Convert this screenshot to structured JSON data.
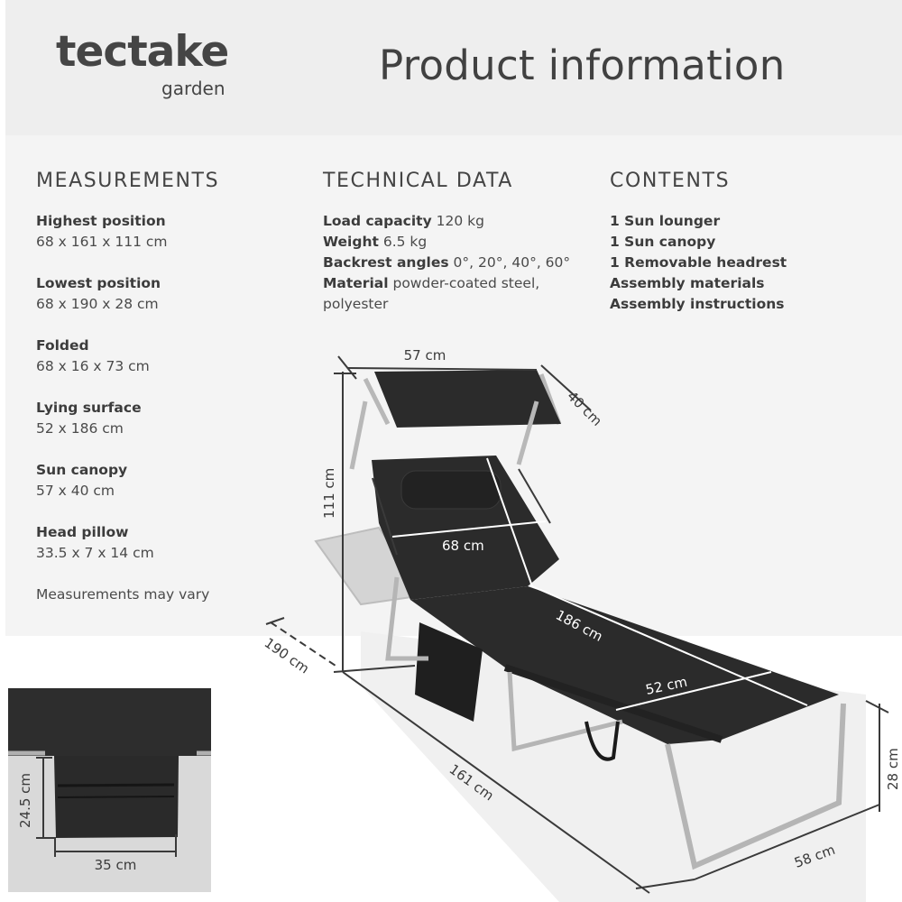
{
  "header": {
    "brand": "tectake",
    "brand_sub": "garden",
    "title": "Product information"
  },
  "measurements": {
    "heading": "MEASUREMENTS",
    "items": [
      {
        "label": "Highest position",
        "value": "68 x 161 x 111 cm"
      },
      {
        "label": "Lowest position",
        "value": "68 x 190 x 28 cm"
      },
      {
        "label": "Folded",
        "value": "68 x 16 x 73 cm"
      },
      {
        "label": "Lying surface",
        "value": "52 x 186 cm"
      },
      {
        "label": "Sun canopy",
        "value": "57 x 40 cm"
      },
      {
        "label": "Head pillow",
        "value": "33.5 x 7 x 14 cm"
      }
    ],
    "note": "Measurements may vary"
  },
  "technical": {
    "heading": "TECHNICAL DATA",
    "items": [
      {
        "label": "Load capacity",
        "value": "120 kg"
      },
      {
        "label": "Weight",
        "value": "6.5 kg"
      },
      {
        "label": "Backrest angles",
        "value": "0°, 20°, 40°, 60°"
      },
      {
        "label": "Material",
        "value": "powder-coated steel,",
        "value2": "polyester"
      }
    ]
  },
  "contents": {
    "heading": "CONTENTS",
    "items": [
      "1 Sun lounger",
      "1 Sun canopy",
      "1 Removable headrest",
      "Assembly materials",
      "Assembly instructions"
    ]
  },
  "diagram": {
    "canopy_width": "57 cm",
    "canopy_depth": "40 cm",
    "height_max": "111 cm",
    "width": "68 cm",
    "lying_length": "186 cm",
    "lying_width": "52 cm",
    "length_lowest": "190 cm",
    "length_highest": "161 cm",
    "leg_width": "58 cm",
    "height_min": "28 cm",
    "pocket_height": "24.5 cm",
    "pocket_width": "35 cm"
  },
  "colors": {
    "header_bg": "#eeeeee",
    "panel_bg": "#f4f4f4",
    "text": "#444444",
    "fabric": "#2b2b2b",
    "frame": "#b5b5b5"
  }
}
